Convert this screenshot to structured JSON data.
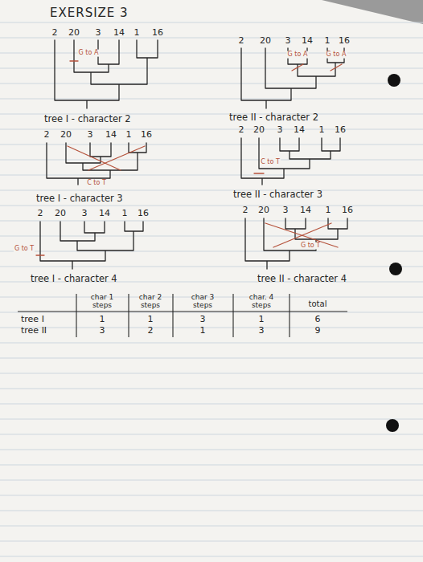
{
  "diagram": {
    "title": "EXERSIZE 3",
    "labels": [
      "2",
      "20",
      "3",
      "14",
      "1",
      "16",
      "G to A",
      "tree I - character 2",
      "2",
      "20",
      "3",
      "14",
      "1",
      "16",
      "G to A",
      "G to A",
      "tree II - character 2",
      "2",
      "20",
      "3",
      "14",
      "1",
      "16",
      "C to T",
      "tree I - character 3",
      "2",
      "20",
      "3",
      "14",
      "1",
      "16",
      "C to T",
      "tree II - character 3",
      "2",
      "20",
      "3",
      "14",
      "1",
      "16",
      "G to T",
      "tree I - character 4",
      "2",
      "20",
      "3",
      "14",
      "1",
      "16",
      "G to T",
      "tree II - character 4",
      "char 1 steps",
      "char 2 steps",
      "char 3 steps",
      "char. 4 steps",
      "total",
      "tree I",
      "1",
      "1",
      "3",
      "1",
      "6",
      "tree II",
      "3",
      "2",
      "1",
      "3",
      "9"
    ]
  }
}
